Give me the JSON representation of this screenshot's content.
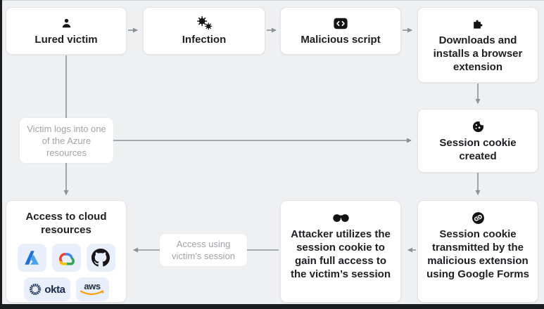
{
  "diagram": {
    "title_hint": "Session cookie theft attack flow",
    "background_color": "#eef0f2",
    "arrow_color": "#8e9194",
    "frame_color": "#1a1c1f",
    "node_text_color": "#1d1f22",
    "label_text_color": "#a0a3a7",
    "nodes": {
      "lured_victim": {
        "label": "Lured victim",
        "icon": "person-icon"
      },
      "infection": {
        "label": "Infection",
        "icon": "virus-icon"
      },
      "malicious_script": {
        "label": "Malicious script",
        "icon": "code-icon"
      },
      "browser_extension": {
        "label": "Downloads and installs a browser extension",
        "icon": "puzzle-icon"
      },
      "session_cookie_created": {
        "label": "Session cookie created",
        "icon": "cookie-icon"
      },
      "cookie_transmitted": {
        "label": "Session cookie transmitted by the malicious extension using Google Forms",
        "icon": "link-icon"
      },
      "attacker_utilizes": {
        "label": "Attacker utilizes the session cookie to gain full access to the victim’s session",
        "icon": "mask-icon"
      },
      "cloud_resources": {
        "label": "Access to cloud resources",
        "logos": [
          {
            "name": "Azure",
            "icon": "azure-logo"
          },
          {
            "name": "Google Cloud",
            "icon": "google-cloud-logo"
          },
          {
            "name": "GitHub",
            "icon": "github-logo"
          },
          {
            "name": "Okta",
            "icon": "okta-logo",
            "text": "okta"
          },
          {
            "name": "AWS",
            "icon": "aws-logo",
            "text": "aws"
          }
        ]
      }
    },
    "edge_labels": {
      "azure_login": "Victim logs into one of the Azure resources",
      "session_access": "Access using victim’s session"
    },
    "brand_colors": {
      "azure_blue_dark": "#1e6fd6",
      "azure_blue_light": "#45a4ec",
      "gcp_red": "#ea4335",
      "gcp_blue": "#4285f4",
      "gcp_green": "#34a853",
      "gcp_yellow": "#fbbc05",
      "github_black": "#171515",
      "okta_navy": "#15284b",
      "aws_navy": "#232f3e",
      "aws_orange": "#ff9900",
      "logo_tile_blue": "#e8effb"
    }
  }
}
